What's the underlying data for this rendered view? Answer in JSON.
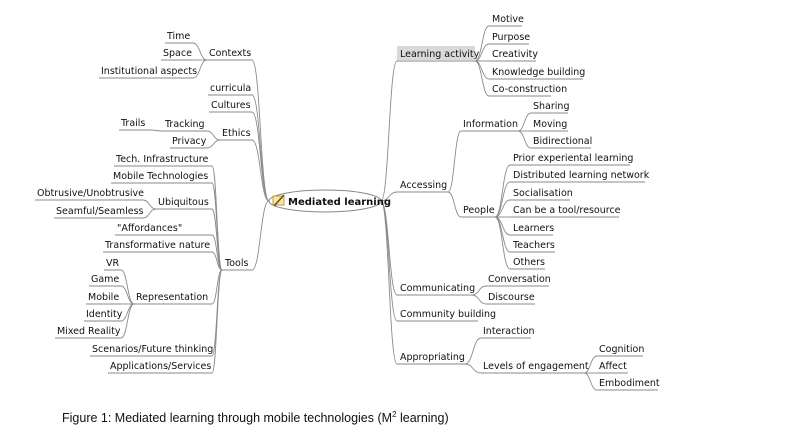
{
  "center": {
    "label": "Mediated learning"
  },
  "left_branches": {
    "contexts": {
      "label": "Contexts",
      "children": [
        "Time",
        "Space",
        "Institutional aspects"
      ]
    },
    "curricula": {
      "label": "curricula"
    },
    "cultures": {
      "label": "Cultures"
    },
    "ethics": {
      "label": "Ethics",
      "tracking": {
        "label": "Tracking",
        "children": [
          "Trails"
        ]
      },
      "privacy": {
        "label": "Privacy"
      }
    },
    "tools": {
      "label": "Tools",
      "tech_infrastructure": "Tech. Infrastructure",
      "mobile_technologies": "Mobile Technologies",
      "ubiquitous": {
        "label": "Ubiquitous",
        "children": [
          "Obtrusive/Unobtrusive",
          "Seamful/Seamless"
        ]
      },
      "affordances": "\"Affordances\"",
      "transformative_nature": "Transformative nature",
      "representation": {
        "label": "Representation",
        "children": [
          "VR",
          "Game",
          "Mobile",
          "Identity",
          "Mixed Reality"
        ]
      },
      "scenarios": "Scenarios/Future thinking",
      "applications": "Applications/Services"
    }
  },
  "right_branches": {
    "learning_activity": {
      "label": "Learning activity",
      "children": [
        "Motive",
        "Purpose",
        "Creativity",
        "Knowledge building",
        "Co-construction"
      ]
    },
    "accessing": {
      "label": "Accessing",
      "information": {
        "label": "Information",
        "children": [
          "Sharing",
          "Moving",
          "Bidirectional"
        ]
      },
      "people": {
        "label": "People",
        "children": [
          "Prior experiental learning",
          "Distributed learning network",
          "Socialisation",
          "Can be a tool/resource",
          "Learners",
          "Teachers",
          "Others"
        ]
      }
    },
    "communicating": {
      "label": "Communicating",
      "children": [
        "Conversation",
        "Discourse"
      ]
    },
    "community_building": {
      "label": "Community building"
    },
    "appropriating": {
      "label": "Appropriating",
      "interaction": "Interaction",
      "levels": {
        "label": "Levels of engagement",
        "children": [
          "Cognition",
          "Affect",
          "Embodiment"
        ]
      }
    }
  },
  "caption": {
    "prefix": "Figure 1: Mediated learning through mobile technologies (M",
    "superscript": "2",
    "suffix": " learning)"
  },
  "colors": {
    "line": "#8a8a8a",
    "highlight": "#d9d9d9",
    "center_border": "#888888"
  }
}
